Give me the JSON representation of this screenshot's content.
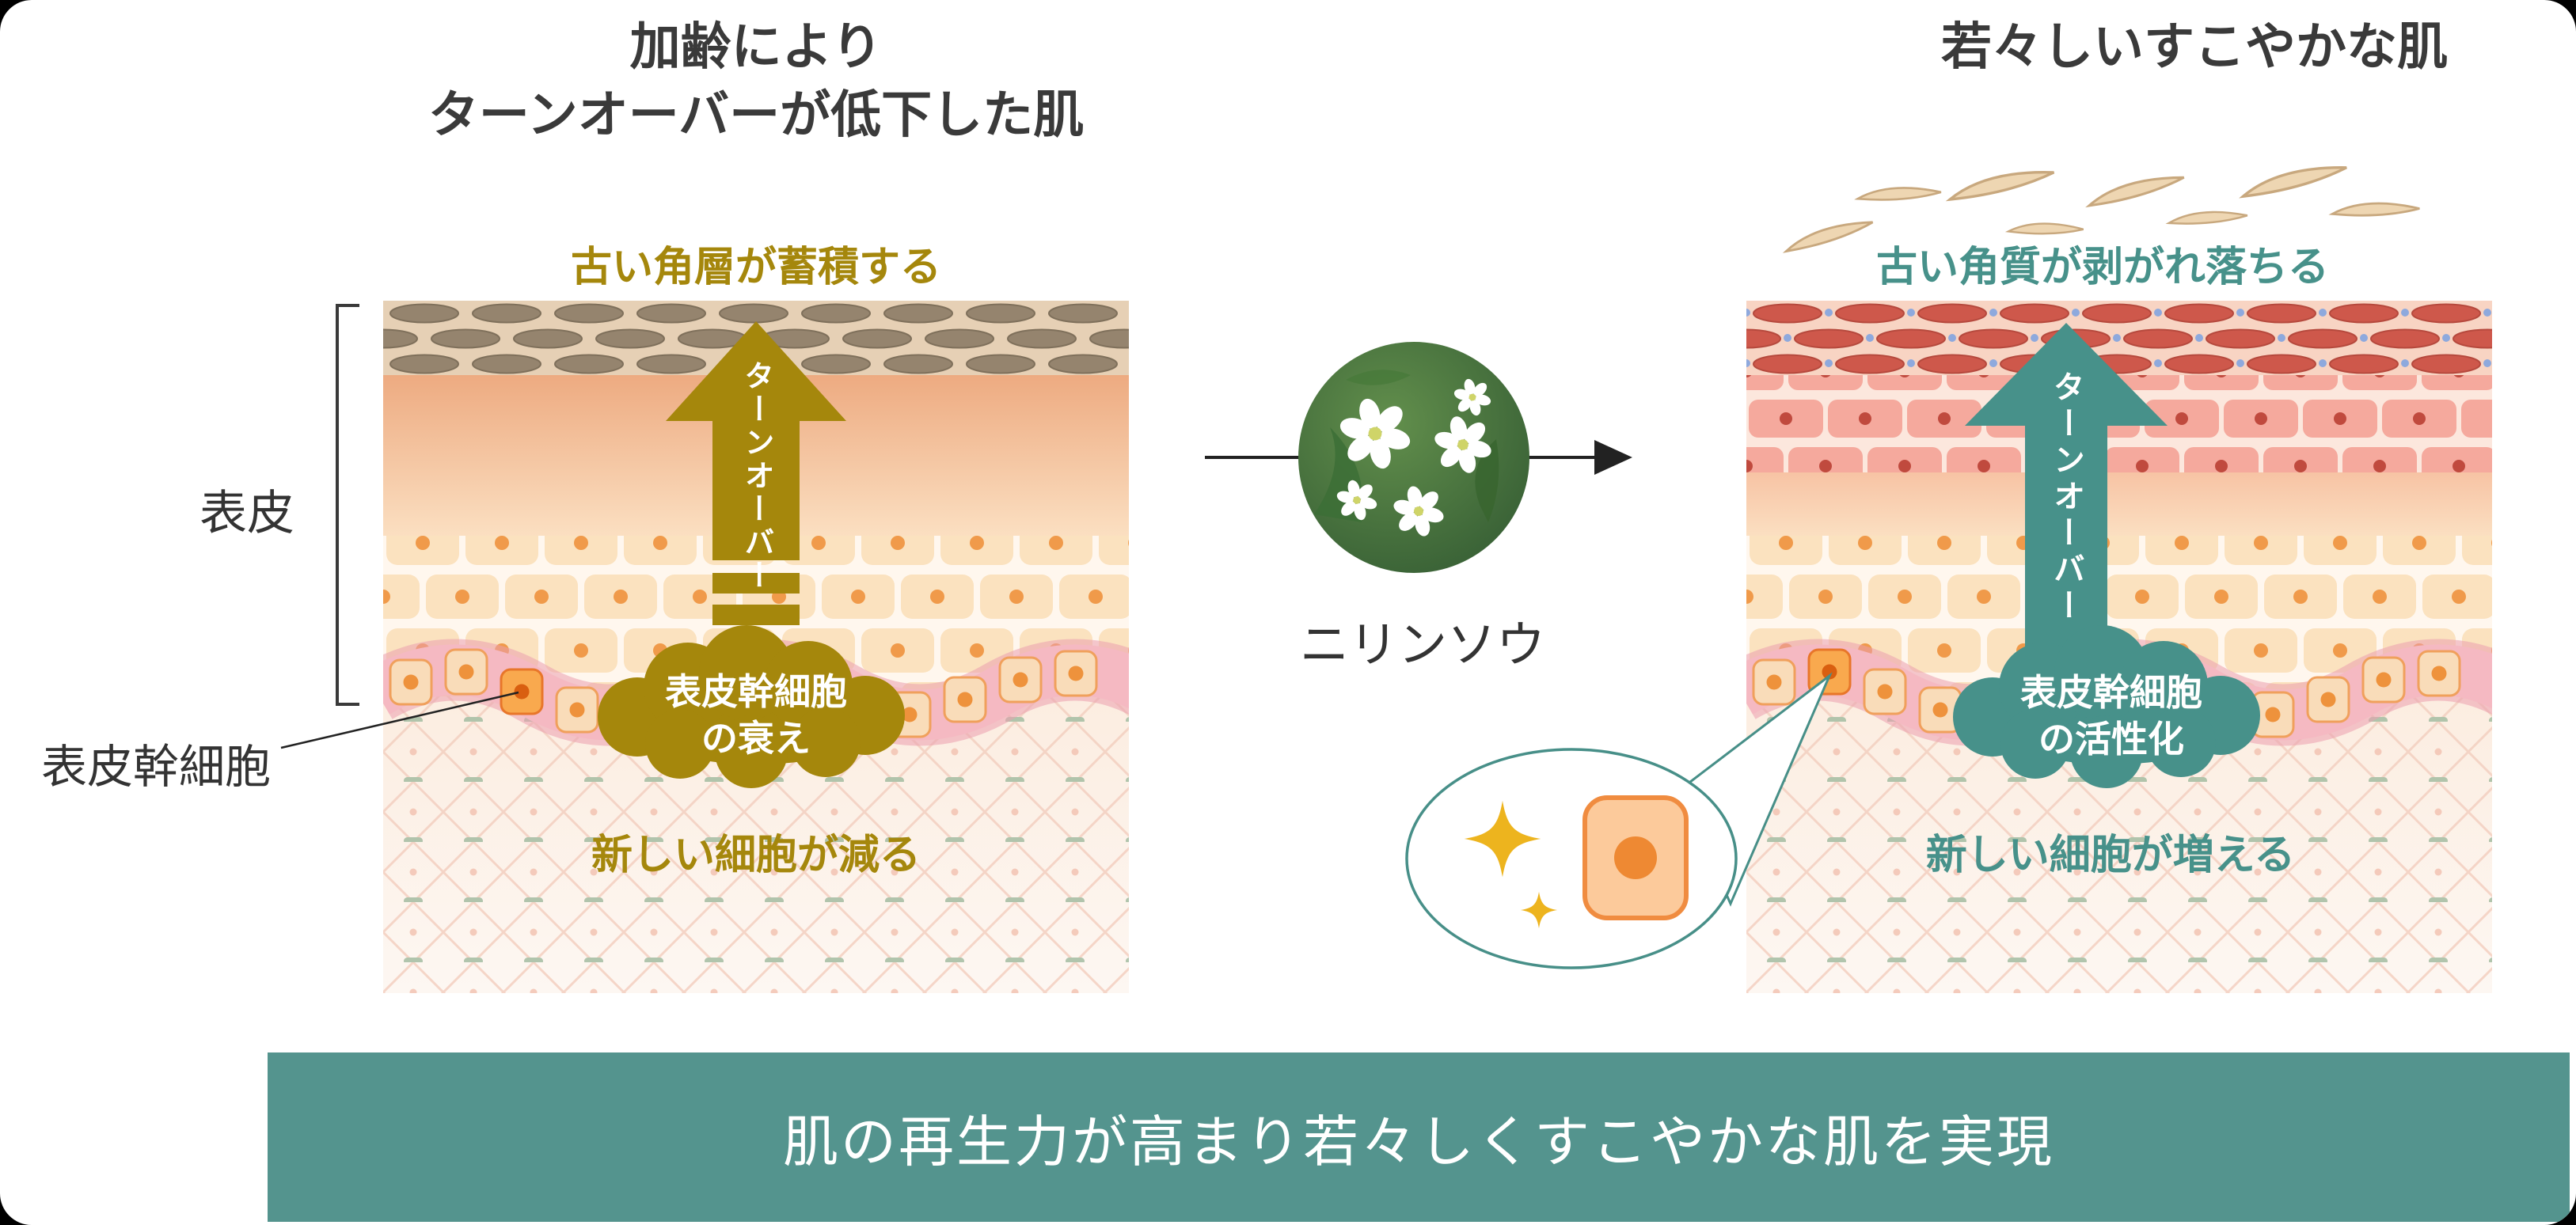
{
  "page": {
    "background": "#000000",
    "canvas_background": "#ffffff"
  },
  "left_panel": {
    "title_line1": "加齢により",
    "title_line2": "ターンオーバーが低下した肌",
    "top_caption": "古い角層が蓄積する",
    "arrow_label": "ターンオーバー",
    "cloud_line1": "表皮幹細胞",
    "cloud_line2": "の衰え",
    "bottom_caption": "新しい細胞が減る",
    "accent_color": "#a5870c"
  },
  "side_labels": {
    "epidermis": "表皮",
    "stem_cell": "表皮幹細胞"
  },
  "center": {
    "ingredient_label": "ニリンソウ"
  },
  "right_panel": {
    "title": "若々しいすこやかな肌",
    "top_caption": "古い角質が剥がれ落ちる",
    "arrow_label": "ターンオーバー",
    "cloud_line1": "表皮幹細胞",
    "cloud_line2": "の活性化",
    "bottom_caption": "新しい細胞が増える",
    "accent_color": "#47918a"
  },
  "banner": {
    "text": "肌の再生力が高まり若々しくすこやかな肌を実現",
    "background_color": "#54948e"
  }
}
